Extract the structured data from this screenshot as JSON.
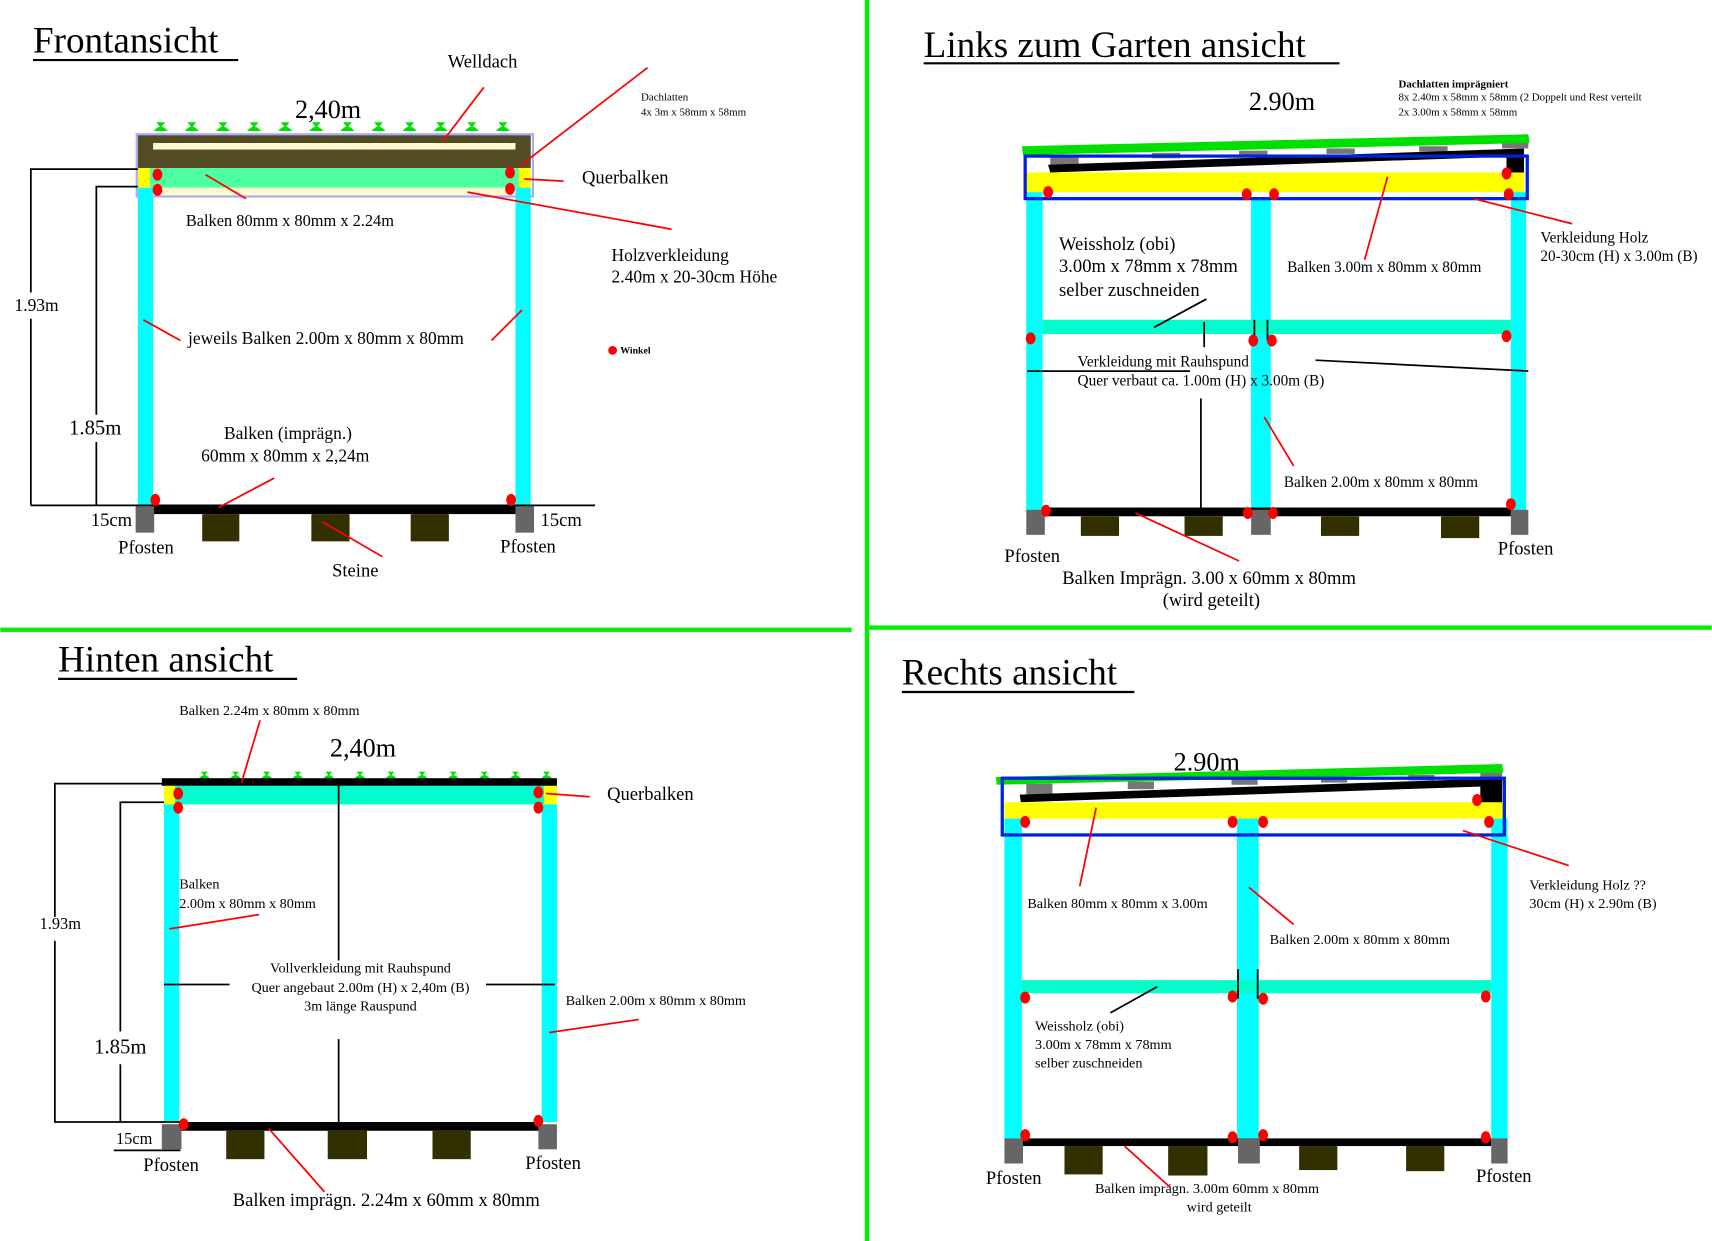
{
  "colors": {
    "divider": "#00ee00",
    "post": "#00ffff",
    "rail": "#00ffcc",
    "crossbeam_front": "#4dffa0",
    "yellow": "#ffff00",
    "roof": "#524b24",
    "stone": "#333000",
    "pier": "#666666",
    "angle_dot": "#ff0000",
    "cladding_outline": "#0022dd",
    "roof_green": "#00e000"
  },
  "front": {
    "title": "Frontansicht",
    "roof_label": "Welldach",
    "width": "2,40m",
    "battens_title": "Dachlatten",
    "battens_spec": "4x 3m x 58mm x 58mm",
    "crossbeam": "Querbalken",
    "beam_top": "Balken 80mm x 80mm x 2.24m",
    "cladding_title": "Holzverkleidung",
    "cladding_spec": "2.40m x 20-30cm Höhe",
    "height_total": "1.93m",
    "height_posts": "1.85m",
    "posts_label": "jeweils Balken 2.00m x 80mm x 80mm",
    "legend_angle": "Winkel",
    "bottom_beam_1": "Balken (imprägn.)",
    "bottom_beam_2": "60mm x 80mm x 2,24m",
    "pier_left_size": "15cm",
    "pier_right_size": "15cm",
    "pier_left": "Pfosten",
    "pier_right": "Pfosten",
    "stones": "Steine"
  },
  "left": {
    "title": "Links zum Garten ansicht",
    "width": "2.90m",
    "battens_title": "Dachlatten imprägniert",
    "battens_line1": "8x 2.40m x 58mm x 58mm (2 Doppelt und Rest verteilt",
    "battens_line2": "2x 3.00m x 58mm x 58mm",
    "whitewood_1": "Weissholz (obi)",
    "whitewood_2": "3.00m x 78mm x 78mm",
    "whitewood_3": "selber zuschneiden",
    "beam_top": "Balken 3.00m x 80mm x 80mm",
    "cladding_1": "Verkleidung Holz",
    "cladding_2": "20-30cm (H) x 3.00m (B)",
    "tongue_1": "Verkleidung mit Rauhspund",
    "tongue_2": "Quer verbaut ca. 1.00m (H) x 3.00m (B)",
    "posts_label": "Balken 2.00m x 80mm x 80mm",
    "pier_left": "Pfosten",
    "pier_right": "Pfosten",
    "bottom_1": "Balken Imprägn. 3.00 x 60mm x 80mm",
    "bottom_2": "(wird geteilt)"
  },
  "back": {
    "title": "Hinten ansicht",
    "beam_top": "Balken 2.24m x 80mm x 80mm",
    "width": "2,40m",
    "crossbeam": "Querbalken",
    "height_total": "1.93m",
    "height_posts": "1.85m",
    "post_left_1": "Balken",
    "post_left_2": "2.00m x 80mm x 80mm",
    "full_1": "Vollverkleidung mit Rauhspund",
    "full_2": "Quer angebaut 2.00m (H) x 2,40m (B)",
    "full_3": "3m länge Rauspund",
    "post_right": "Balken 2.00m x 80mm x 80mm",
    "pier_size": "15cm",
    "pier_left": "Pfosten",
    "pier_right": "Pfosten",
    "bottom": "Balken imprägn. 2.24m x 60mm x 80mm"
  },
  "right": {
    "title": "Rechts ansicht",
    "width": "2.90m",
    "beam_top": "Balken 80mm x 80mm x 3.00m",
    "posts_label": "Balken 2.00m x 80mm x 80mm",
    "cladding_1": "Verkleidung Holz ??",
    "cladding_2": "30cm (H) x 2.90m (B)",
    "whitewood_1": "Weissholz (obi)",
    "whitewood_2": "3.00m x 78mm x 78mm",
    "whitewood_3": "selber zuschneiden",
    "pier_left": "Pfosten",
    "pier_right": "Pfosten",
    "bottom_1": "Balken imprägn. 3.00m 60mm x 80mm",
    "bottom_2": "wird geteilt"
  }
}
